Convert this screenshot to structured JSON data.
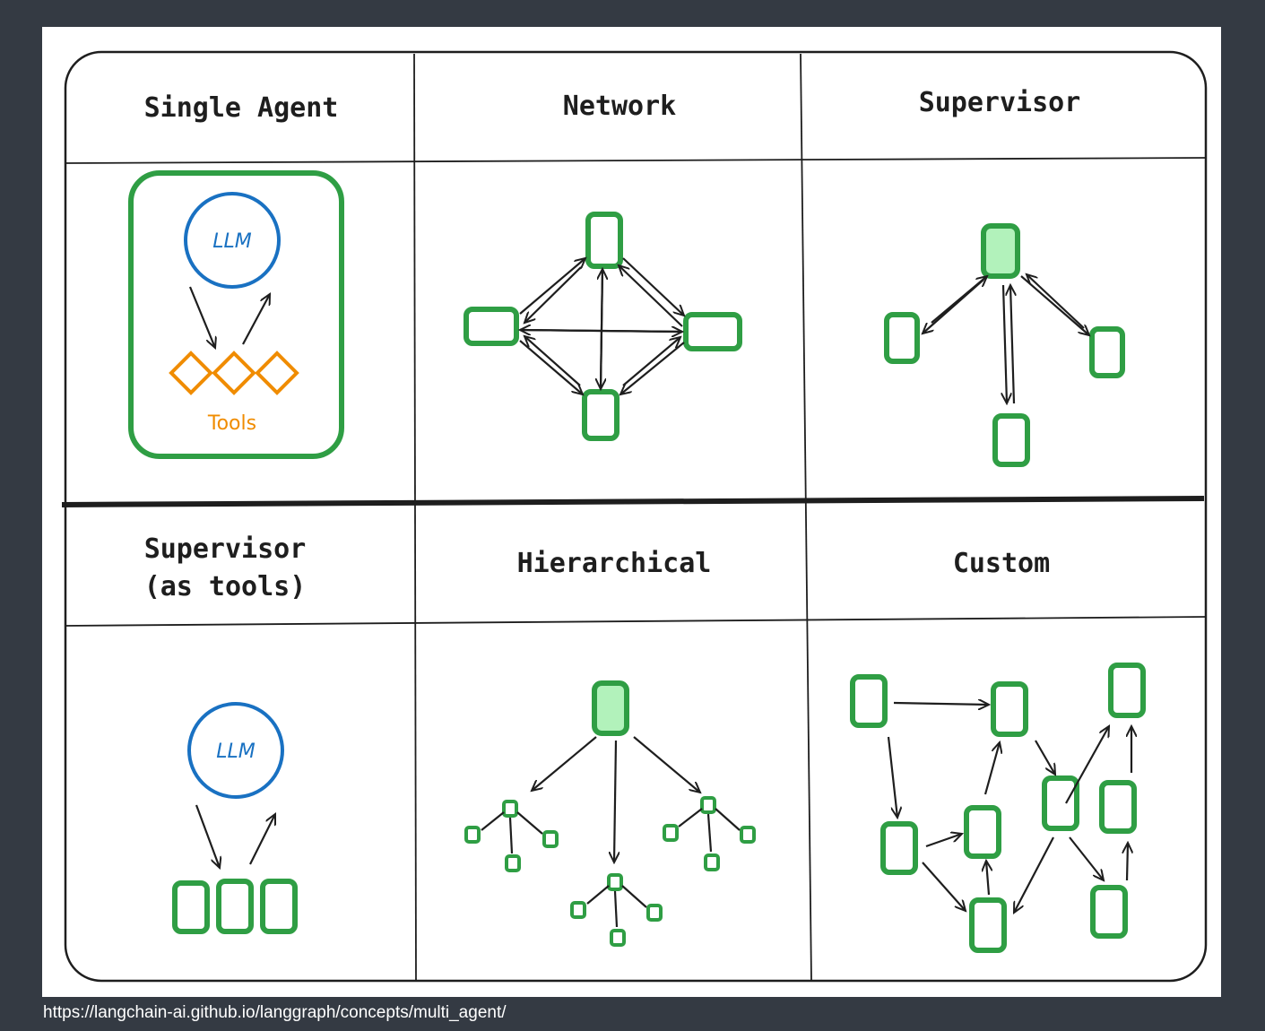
{
  "panels": [
    {
      "id": "single-agent",
      "title_lines": [
        "Single Agent"
      ],
      "llm_label": "LLM",
      "tools_label": "Tools"
    },
    {
      "id": "network",
      "title_lines": [
        "Network"
      ]
    },
    {
      "id": "supervisor",
      "title_lines": [
        "Supervisor"
      ]
    },
    {
      "id": "supervisor-as-tools",
      "title_lines": [
        "Supervisor",
        "(as tools)"
      ],
      "llm_label": "LLM"
    },
    {
      "id": "hierarchical",
      "title_lines": [
        "Hierarchical"
      ]
    },
    {
      "id": "custom",
      "title_lines": [
        "Custom"
      ]
    }
  ],
  "source_url": "https://langchain-ai.github.io/langgraph/concepts/multi_agent/",
  "colors": {
    "background": "#343a43",
    "agent_green": "#2f9e44",
    "root_fill": "#b2f2bb",
    "llm_blue": "#1971c2",
    "tools_orange": "#f08c00",
    "ink": "#1e1e1e"
  }
}
